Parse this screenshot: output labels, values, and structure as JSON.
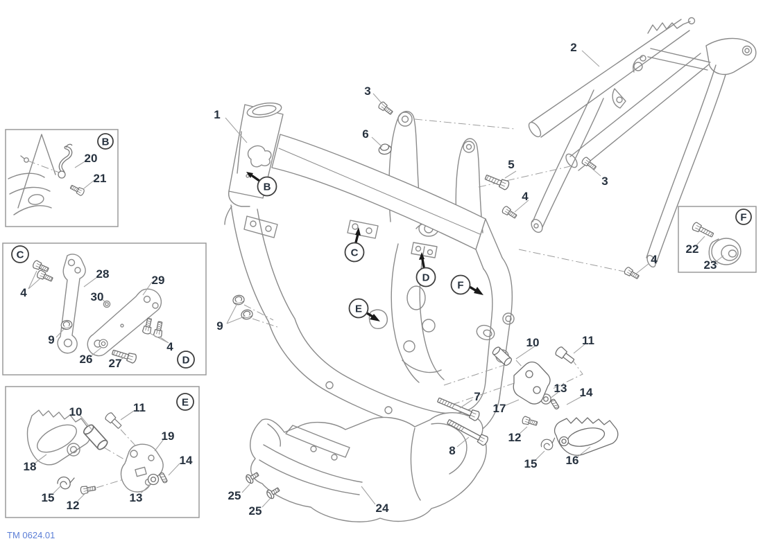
{
  "doc": {
    "footer_ref": "TM 0624.01"
  },
  "palette": {
    "line_gray": "#8a8a8a",
    "hardware_gray": "#6e6e6e",
    "label_navy": "#26313e",
    "leader_gray": "#a3a3a3",
    "footer_blue": "#5b7ed6",
    "background": "#ffffff"
  },
  "main_view": {
    "badges": {
      "B": "B",
      "C": "C",
      "D": "D",
      "E": "E",
      "F": "F"
    },
    "callouts": {
      "c1": "1",
      "c2": "2",
      "c3a": "3",
      "c6": "6",
      "c5": "5",
      "c4a": "4",
      "c3b": "3",
      "c4b": "4",
      "c9": "9",
      "c10": "10",
      "c11": "11",
      "c13": "13",
      "c14": "14",
      "c17": "17",
      "c7": "7",
      "c8": "8",
      "c12": "12",
      "c15": "15",
      "c16": "16",
      "c24": "24",
      "c25a": "25",
      "c25b": "25"
    }
  },
  "inset_b": {
    "badge": "B",
    "c20": "20",
    "c21": "21"
  },
  "inset_cd": {
    "badge_c": "C",
    "badge_d": "D",
    "c4a": "4",
    "c28": "28",
    "c30": "30",
    "c29": "29",
    "c9": "9",
    "c26": "26",
    "c27": "27",
    "c4b": "4"
  },
  "inset_e": {
    "badge": "E",
    "c10": "10",
    "c11": "11",
    "c19": "19",
    "c14": "14",
    "c18": "18",
    "c15": "15",
    "c12": "12",
    "c13": "13"
  },
  "inset_f": {
    "badge": "F",
    "c22": "22",
    "c23": "23"
  }
}
